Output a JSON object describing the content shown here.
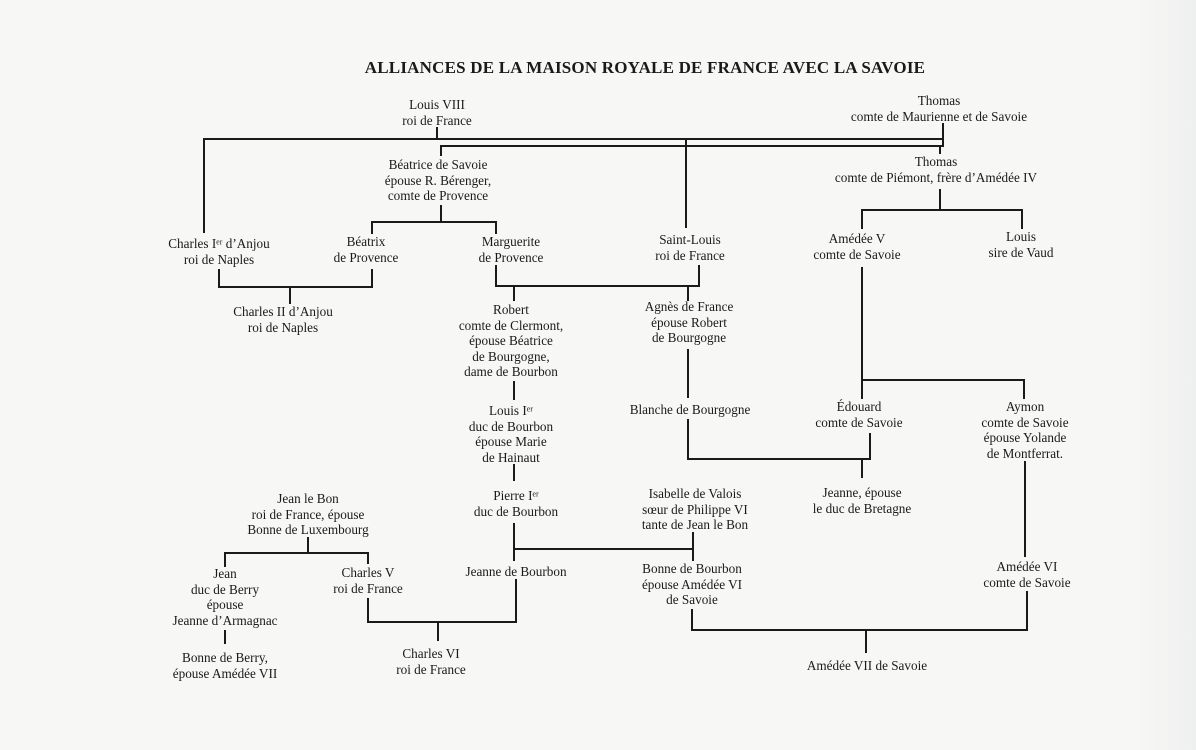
{
  "title": "ALLIANCES DE LA MAISON ROYALE DE FRANCE AVEC LA SAVOIE",
  "nodes": {
    "louis_viii": [
      "Louis VIII",
      "roi de France"
    ],
    "thomas_maurienne": [
      "Thomas",
      "comte de Maurienne et de Savoie"
    ],
    "beatrice_savoie": [
      "Béatrice de Savoie",
      "épouse R. Bérenger,",
      "comte de Provence"
    ],
    "thomas_piemont": [
      "Thomas",
      "comte de Piémont, frère d’Amédée IV"
    ],
    "charles_i_anjou": [
      "Charles Iᵉʳ d’Anjou",
      "roi de Naples"
    ],
    "beatrix_provence": [
      "Béatrix",
      "de Provence"
    ],
    "marguerite_provence": [
      "Marguerite",
      "de Provence"
    ],
    "saint_louis": [
      "Saint-Louis",
      "roi de France"
    ],
    "amedee_v": [
      "Amédée V",
      "comte de Savoie"
    ],
    "louis_vaud": [
      "Louis",
      "sire de Vaud"
    ],
    "charles_ii_anjou": [
      "Charles II d’Anjou",
      "roi de Naples"
    ],
    "robert_clermont": [
      "Robert",
      "comte de Clermont,",
      "épouse Béatrice",
      "de Bourgogne,",
      "dame de Bourbon"
    ],
    "agnes_france": [
      "Agnès de France",
      "épouse Robert",
      "de Bourgogne"
    ],
    "louis_i_bourbon": [
      "Louis Iᵉʳ",
      "duc de Bourbon",
      "épouse Marie",
      "de Hainaut"
    ],
    "blanche_bourgogne": [
      "Blanche de Bourgogne"
    ],
    "edouard_savoie": [
      "Édouard",
      "comte de Savoie"
    ],
    "aymon_savoie": [
      "Aymon",
      "comte de Savoie",
      "épouse Yolande",
      "de Montferrat."
    ],
    "jean_le_bon": [
      "Jean le Bon",
      "roi de France, épouse",
      "Bonne de Luxembourg"
    ],
    "pierre_i_bourbon": [
      "Pierre Iᵉʳ",
      "duc de Bourbon"
    ],
    "isabelle_valois": [
      "Isabelle de Valois",
      "sœur de Philippe VI",
      "tante de Jean le Bon"
    ],
    "jeanne_bretagne": [
      "Jeanne, épouse",
      "le duc de Bretagne"
    ],
    "jean_berry": [
      "Jean",
      "duc de Berry",
      "épouse",
      "Jeanne d’Armagnac"
    ],
    "charles_v": [
      "Charles V",
      "roi de France"
    ],
    "jeanne_bourbon": [
      "Jeanne de Bourbon"
    ],
    "bonne_bourbon": [
      "Bonne de Bourbon",
      "épouse Amédée VI",
      "de Savoie"
    ],
    "amedee_vi": [
      "Amédée VI",
      "comte de Savoie"
    ],
    "bonne_berry": [
      "Bonne de Berry,",
      "épouse Amédée VII"
    ],
    "charles_vi": [
      "Charles VI",
      "roi de France"
    ],
    "amedee_vii": [
      "Amédée VII de Savoie"
    ]
  }
}
